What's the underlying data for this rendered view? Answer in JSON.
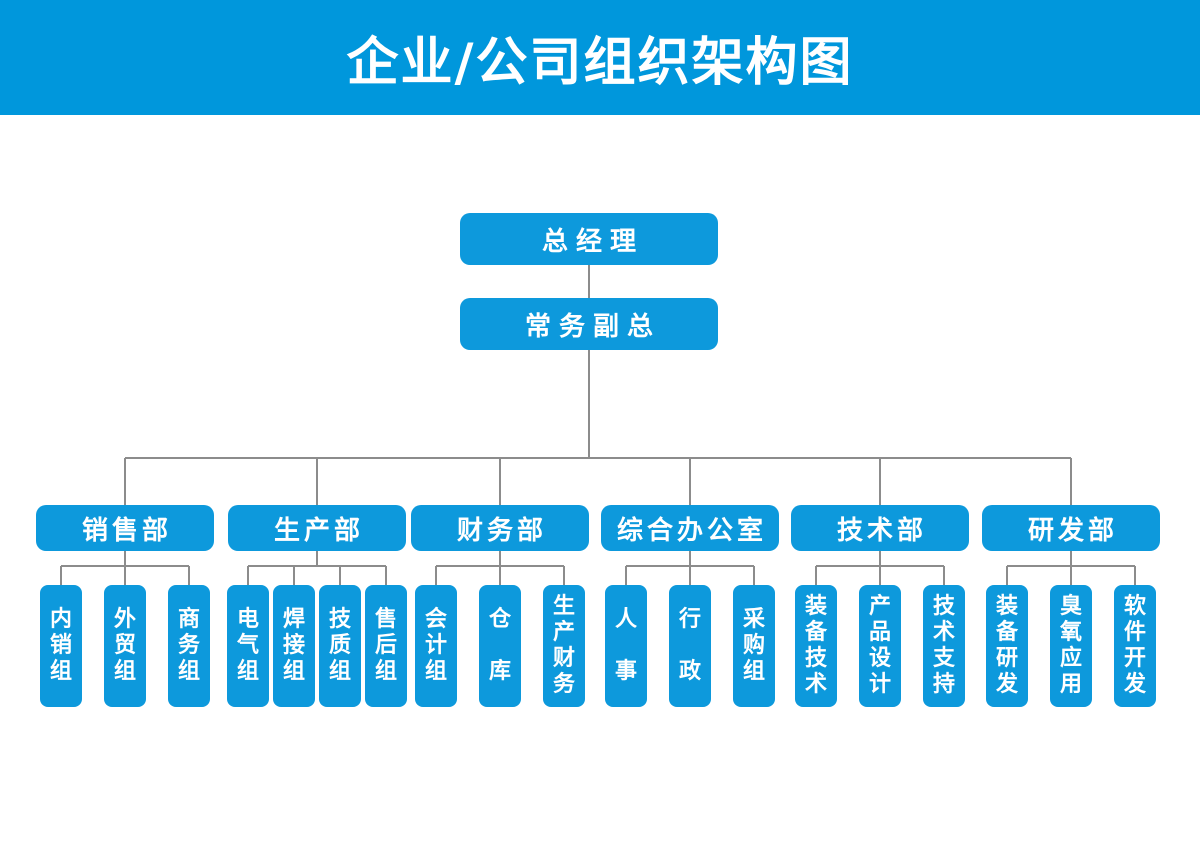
{
  "header": {
    "title": "企业/公司组织架构图"
  },
  "colors": {
    "banner_blue": "#0097dc",
    "node_blue": "#0d99dc",
    "connector_gray": "#8c8c8c",
    "text_white": "#ffffff"
  },
  "org": {
    "root": {
      "label": "总经理"
    },
    "deputy": {
      "label": "常务副总"
    },
    "departments": [
      {
        "label": "销售部",
        "children": [
          "内销组",
          "外贸组",
          "商务组"
        ]
      },
      {
        "label": "生产部",
        "children": [
          "电气组",
          "焊接组",
          "技质组",
          "售后组"
        ]
      },
      {
        "label": "财务部",
        "children": [
          "会计组",
          "仓库",
          "生产财务"
        ]
      },
      {
        "label": "综合办公室",
        "children": [
          "人事",
          "行政",
          "采购组"
        ]
      },
      {
        "label": "技术部",
        "children": [
          "装备技术",
          "产品设计",
          "技术支持"
        ]
      },
      {
        "label": "研发部",
        "children": [
          "装备研发",
          "臭氧应用",
          "软件开发"
        ]
      }
    ]
  }
}
